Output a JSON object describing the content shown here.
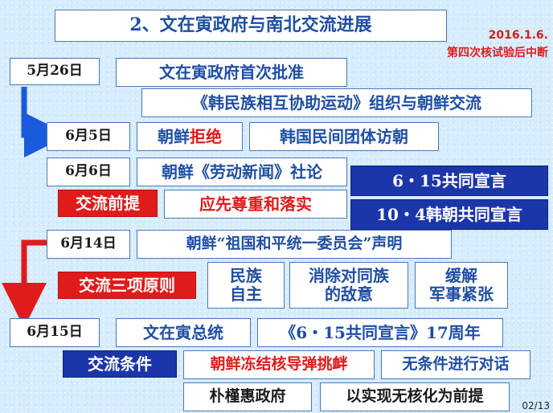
{
  "title": "2、文在寅政府与南北交流进展",
  "note_date": "2016.1.6.",
  "note_text": "第四次核试验后中断",
  "row1": {
    "date": "5月26日",
    "event": "文在寅政府首次批准"
  },
  "row1b": {
    "event": "《韩民族相互协助运动》组织与朝鲜交流"
  },
  "row2": {
    "date": "6月5日",
    "event_prefix": "朝鲜",
    "event_emphasis": "拒绝",
    "event2": "韩国民间团体访朝"
  },
  "row3": {
    "date": "6月6日",
    "event": "朝鲜《劳动新闻》社论"
  },
  "declarations": [
    "6・15共同宣言",
    "10・4韩朝共同宣言"
  ],
  "premise": {
    "label": "交流前提",
    "text": "应先尊重和落实"
  },
  "row4": {
    "date": "6月14日",
    "event": "朝鲜“祖国和平统一委员会”声明"
  },
  "principles": {
    "label": "交流三项原则",
    "items": [
      {
        "line1": "民族",
        "line2": "自主"
      },
      {
        "line1": "消除对同族",
        "line2": "的敌意"
      },
      {
        "line1": "缓解",
        "line2": "军事紧张"
      }
    ]
  },
  "row5": {
    "date": "6月15日",
    "event": "文在寅总统",
    "event2": "《6・15共同宣言》17周年"
  },
  "conditions": {
    "label": "交流条件",
    "item1": "朝鲜冻结核导弹挑衅",
    "item2": "无条件进行对话"
  },
  "row6": {
    "item1": "朴槿惠政府",
    "item2": "以实现无核化为前提"
  },
  "page": "02/13",
  "colors": {
    "red": "#e01b1b",
    "blue": "#1a36a8",
    "text_blue": "#1f4ea3",
    "background": "#d6ecff"
  }
}
